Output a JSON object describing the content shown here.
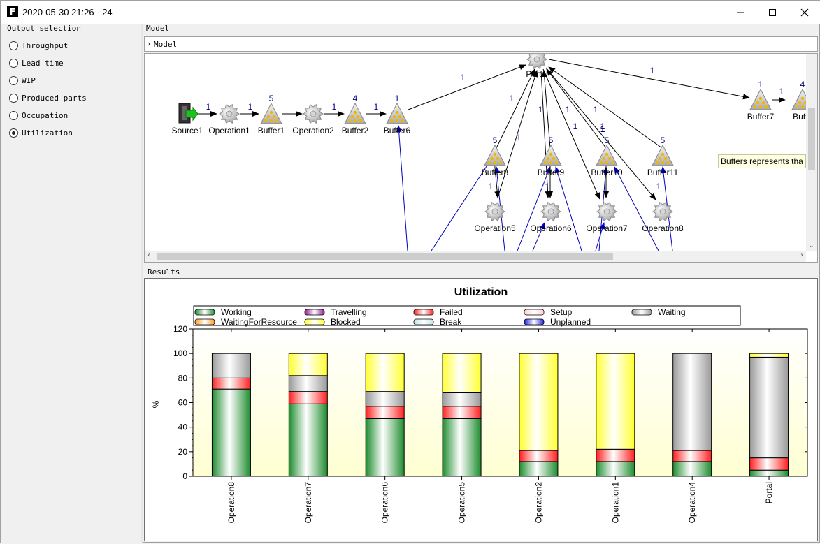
{
  "window": {
    "app_icon": "F",
    "title": "2020-05-30 21:26 - 24 -",
    "minimize_icon": "minimize-icon",
    "maximize_icon": "maximize-icon",
    "close_icon": "close-icon"
  },
  "output_selection": {
    "header": "Output selection",
    "options": [
      {
        "label": "Throughput",
        "checked": false
      },
      {
        "label": "Lead time",
        "checked": false
      },
      {
        "label": "WIP",
        "checked": false
      },
      {
        "label": "Produced parts",
        "checked": false
      },
      {
        "label": "Occupation",
        "checked": false
      },
      {
        "label": "Utilization",
        "checked": true
      }
    ]
  },
  "model": {
    "header": "Model",
    "breadcrumb": "Model",
    "tooltip": "Buffers represents tha",
    "nodes": [
      {
        "name": "Source1",
        "type": "source"
      },
      {
        "name": "Operation1",
        "type": "operation"
      },
      {
        "name": "Buffer1",
        "type": "buffer",
        "count": "5"
      },
      {
        "name": "Operation2",
        "type": "operation"
      },
      {
        "name": "Buffer2",
        "type": "buffer",
        "count": "4"
      },
      {
        "name": "Buffer6",
        "type": "buffer",
        "count": "1"
      },
      {
        "name": "Portal",
        "type": "operation"
      },
      {
        "name": "Buffer7",
        "type": "buffer",
        "count": "1"
      },
      {
        "name": "Buffe",
        "type": "buffer",
        "count": "4"
      },
      {
        "name": "Buffer8",
        "type": "buffer",
        "count": "5"
      },
      {
        "name": "Buffer9",
        "type": "buffer",
        "count": "5"
      },
      {
        "name": "Buffer10",
        "type": "buffer",
        "count": "5"
      },
      {
        "name": "Buffer11",
        "type": "buffer",
        "count": "5"
      },
      {
        "name": "Operation5",
        "type": "operation"
      },
      {
        "name": "Operation6",
        "type": "operation"
      },
      {
        "name": "Operation7",
        "type": "operation"
      },
      {
        "name": "Operation8",
        "type": "operation"
      }
    ],
    "edge_labels": [
      "1",
      "1",
      "1",
      "1",
      "1",
      "1",
      "1",
      "1",
      "1",
      "1",
      "1",
      "1",
      "1",
      "1",
      "1",
      "1",
      "1",
      "1",
      "1",
      "1",
      "1",
      "1"
    ]
  },
  "results": {
    "header": "Results"
  },
  "chart_data": {
    "type": "bar",
    "stacked": true,
    "title": "Utilization",
    "xlabel": "",
    "ylabel": "%",
    "ylim": [
      0,
      120
    ],
    "yticks": [
      0,
      20,
      40,
      60,
      80,
      100,
      120
    ],
    "legend_position": "top",
    "categories": [
      "Operation8",
      "Operation7",
      "Operation6",
      "Operation5",
      "Operation2",
      "Operation1",
      "Operation4",
      "Portal"
    ],
    "series": [
      {
        "name": "Working",
        "color": "#1e8c2e",
        "values": [
          71,
          59,
          47,
          47,
          12,
          12,
          12,
          5
        ]
      },
      {
        "name": "Travelling",
        "color": "#8b1a8b",
        "values": [
          0,
          0,
          0,
          0,
          0,
          0,
          0,
          0
        ]
      },
      {
        "name": "Failed",
        "color": "#ff2020",
        "values": [
          9,
          10,
          10,
          10,
          9,
          10,
          9,
          10
        ]
      },
      {
        "name": "Setup",
        "color": "#ffd0d8",
        "values": [
          0,
          0,
          0,
          0,
          0,
          0,
          0,
          0
        ]
      },
      {
        "name": "Waiting",
        "color": "#9a9a9a",
        "values": [
          20,
          13,
          12,
          11,
          0,
          0,
          79,
          82
        ]
      },
      {
        "name": "WaitingForResource",
        "color": "#ff9a20",
        "values": [
          0,
          0,
          0,
          0,
          0,
          0,
          0,
          0
        ]
      },
      {
        "name": "Blocked",
        "color": "#ffff30",
        "values": [
          0,
          18,
          31,
          32,
          79,
          78,
          0,
          3
        ]
      },
      {
        "name": "Break",
        "color": "#bfe6e6",
        "values": [
          0,
          0,
          0,
          0,
          0,
          0,
          0,
          0
        ]
      },
      {
        "name": "Unplanned",
        "color": "#2020e0",
        "values": [
          0,
          0,
          0,
          0,
          0,
          0,
          0,
          0
        ]
      }
    ]
  }
}
